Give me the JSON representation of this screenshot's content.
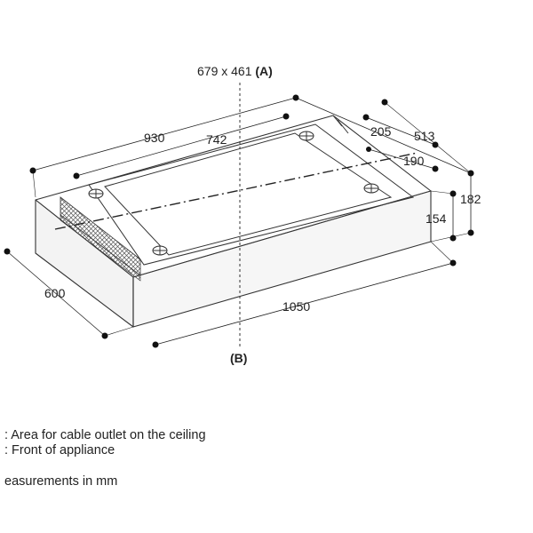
{
  "diagram": {
    "labels": {
      "top_area": "679 x 461",
      "top_area_marker": "(A)",
      "front_marker": "(B)",
      "dim_930": "930",
      "dim_742": "742",
      "dim_205": "205",
      "dim_513": "513",
      "dim_190": "190",
      "dim_182": "182",
      "dim_154": "154",
      "dim_600": "600",
      "dim_1050": "1050"
    }
  },
  "legend": {
    "line_a": ": Area for cable outlet on the ceiling",
    "line_b": ": Front of appliance",
    "note": "easurements in mm"
  }
}
